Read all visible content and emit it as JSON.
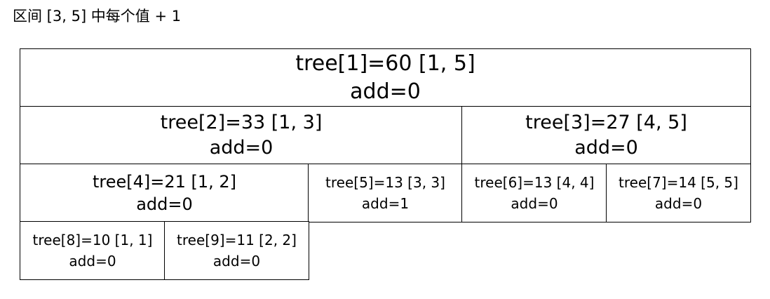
{
  "caption": "区间 [3, 5] 中每个值 + 1",
  "nodes": [
    {
      "label": "tree[1]=60 [1, 5]",
      "add": "add=0"
    },
    {
      "label": "tree[2]=33 [1, 3]",
      "add": "add=0"
    },
    {
      "label": "tree[3]=27 [4, 5]",
      "add": "add=0"
    },
    {
      "label": "tree[4]=21 [1, 2]",
      "add": "add=0"
    },
    {
      "label": "tree[5]=13 [3, 3]",
      "add": "add=1"
    },
    {
      "label": "tree[6]=13 [4, 4]",
      "add": "add=0"
    },
    {
      "label": "tree[7]=14 [5, 5]",
      "add": "add=0"
    },
    {
      "label": "tree[8]=10 [1, 1]",
      "add": "add=0"
    },
    {
      "label": "tree[9]=11 [2, 2]",
      "add": "add=0"
    }
  ]
}
